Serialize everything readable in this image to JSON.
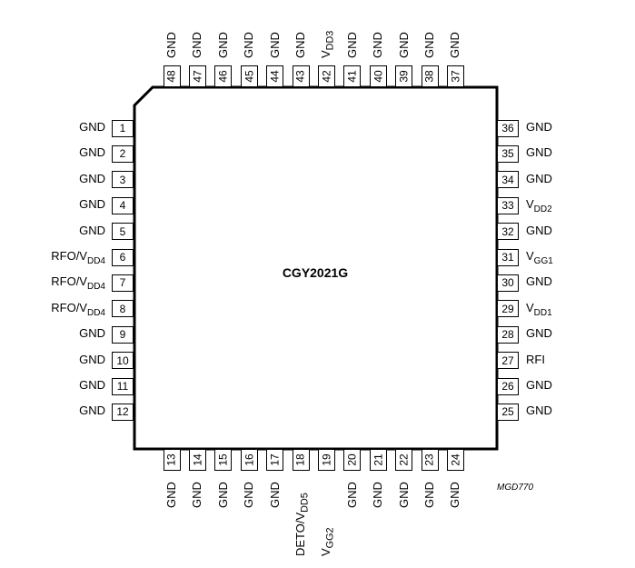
{
  "part_name": "CGY2021G",
  "figure_code": "MGD770",
  "pins": {
    "left": [
      {
        "num": "1",
        "label": "GND"
      },
      {
        "num": "2",
        "label": "GND"
      },
      {
        "num": "3",
        "label": "GND"
      },
      {
        "num": "4",
        "label": "GND"
      },
      {
        "num": "5",
        "label": "GND"
      },
      {
        "num": "6",
        "label": "RFO/V",
        "sub": "DD4"
      },
      {
        "num": "7",
        "label": "RFO/V",
        "sub": "DD4"
      },
      {
        "num": "8",
        "label": "RFO/V",
        "sub": "DD4"
      },
      {
        "num": "9",
        "label": "GND"
      },
      {
        "num": "10",
        "label": "GND"
      },
      {
        "num": "11",
        "label": "GND"
      },
      {
        "num": "12",
        "label": "GND"
      }
    ],
    "bottom": [
      {
        "num": "13",
        "label": "GND"
      },
      {
        "num": "14",
        "label": "GND"
      },
      {
        "num": "15",
        "label": "GND"
      },
      {
        "num": "16",
        "label": "GND"
      },
      {
        "num": "17",
        "label": "GND"
      },
      {
        "num": "18",
        "label": "DETO/V",
        "sub": "DD5"
      },
      {
        "num": "19",
        "label": "V",
        "sub": "GG2"
      },
      {
        "num": "20",
        "label": "GND"
      },
      {
        "num": "21",
        "label": "GND"
      },
      {
        "num": "22",
        "label": "GND"
      },
      {
        "num": "23",
        "label": "GND"
      },
      {
        "num": "24",
        "label": "GND"
      }
    ],
    "right": [
      {
        "num": "36",
        "label": "GND"
      },
      {
        "num": "35",
        "label": "GND"
      },
      {
        "num": "34",
        "label": "GND"
      },
      {
        "num": "33",
        "label": "V",
        "sub": "DD2"
      },
      {
        "num": "32",
        "label": "GND"
      },
      {
        "num": "31",
        "label": "V",
        "sub": "GG1"
      },
      {
        "num": "30",
        "label": "GND"
      },
      {
        "num": "29",
        "label": "V",
        "sub": "DD1"
      },
      {
        "num": "28",
        "label": "GND"
      },
      {
        "num": "27",
        "label": "RFI"
      },
      {
        "num": "26",
        "label": "GND"
      },
      {
        "num": "25",
        "label": "GND"
      }
    ],
    "top": [
      {
        "num": "48",
        "label": "GND"
      },
      {
        "num": "47",
        "label": "GND"
      },
      {
        "num": "46",
        "label": "GND"
      },
      {
        "num": "45",
        "label": "GND"
      },
      {
        "num": "44",
        "label": "GND"
      },
      {
        "num": "43",
        "label": "GND"
      },
      {
        "num": "42",
        "label": "V",
        "sub": "DD3"
      },
      {
        "num": "41",
        "label": "GND"
      },
      {
        "num": "40",
        "label": "GND"
      },
      {
        "num": "39",
        "label": "GND"
      },
      {
        "num": "38",
        "label": "GND"
      },
      {
        "num": "37",
        "label": "GND"
      }
    ]
  }
}
